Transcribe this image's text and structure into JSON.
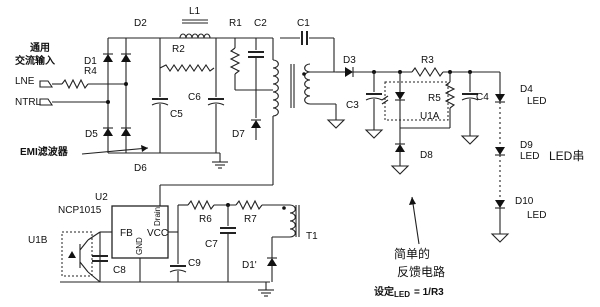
{
  "labels": {
    "ac_input_line1": "通用",
    "ac_input_line2": "交流输入",
    "lne": "LNE",
    "ntrl": "NTRL",
    "emi_filter": "EMI滤波器",
    "led_string": "LED串",
    "feedback_line1": "简单的",
    "feedback_line2": "反馈电路",
    "feedback_formula_prefix": "设定",
    "feedback_formula_sub": "LED",
    "feedback_formula_suffix": "= 1/R3",
    "ic_name": "NCP1015",
    "ic_fb": "FB",
    "ic_vcc": "VCC",
    "ic_drain": "Drain",
    "ic_gnd": "GND",
    "led_text": "LED"
  },
  "refdes": {
    "D1": "D1",
    "D2": "D2",
    "D3": "D3",
    "D4": "D4",
    "D5": "D5",
    "D6": "D6",
    "D7": "D7",
    "D8": "D8",
    "D9": "D9",
    "D10": "D10",
    "D1p": "D1'",
    "R1": "R1",
    "R2": "R2",
    "R3": "R3",
    "R4": "R4",
    "R5": "R5",
    "R6": "R6",
    "R7": "R7",
    "C1": "C1",
    "C2": "C2",
    "C3": "C3",
    "C4": "C4",
    "C5": "C5",
    "C6": "C6",
    "C7": "C7",
    "C8": "C8",
    "C9": "C9",
    "L1": "L1",
    "T1": "T1",
    "U1A": "U1A",
    "U1B": "U1B",
    "U2": "U2"
  }
}
